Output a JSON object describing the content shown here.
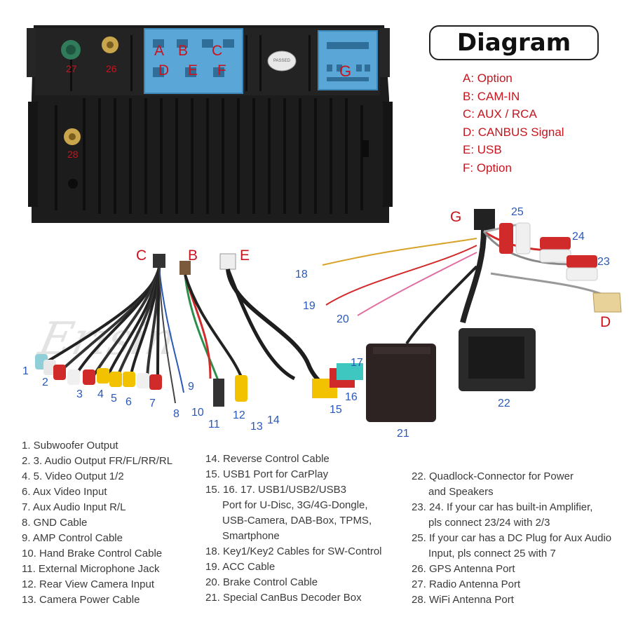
{
  "title": "Diagram",
  "watermark": "Erisin",
  "connectors": [
    "A: Option",
    "B: CAM-IN",
    "C: AUX / RCA",
    "D: CANBUS Signal",
    "E: USB",
    "F: Option"
  ],
  "panel": {
    "letters": [
      "A",
      "B",
      "C",
      "D",
      "E",
      "F",
      "G"
    ],
    "port_numbers": [
      "27",
      "26",
      "28"
    ],
    "badge_text": "PASSED"
  },
  "cable_letters": [
    "C",
    "B",
    "E",
    "G",
    "D"
  ],
  "cable_numbers": [
    "1",
    "2",
    "3",
    "4",
    "5",
    "6",
    "7",
    "8",
    "9",
    "10",
    "11",
    "12",
    "13",
    "14",
    "15",
    "16",
    "17",
    "18",
    "19",
    "20",
    "21",
    "22",
    "23",
    "24",
    "25"
  ],
  "legend": {
    "col1": [
      "1. Subwoofer Output",
      "2. 3. Audio Output FR/FL/RR/RL",
      "4. 5. Video Output 1/2",
      "6. Aux Video Input",
      "7. Aux Audio Input R/L",
      "8. GND Cable",
      "9. AMP Control Cable",
      "10. Hand Brake Control Cable",
      "11. External Microphone Jack",
      "12. Rear View Camera Input",
      "13. Camera Power Cable"
    ],
    "col2": [
      "14. Reverse Control Cable",
      "15. USB1 Port for CarPlay",
      "15. 16. 17. USB1/USB2/USB3",
      "Port for U-Disc, 3G/4G-Dongle,",
      "USB-Camera, DAB-Box, TPMS,",
      "Smartphone",
      "18. Key1/Key2 Cables for SW-Control",
      "19. ACC Cable",
      "20. Brake Control Cable",
      "21. Special CanBus Decoder Box"
    ],
    "col3": [
      "22. Quadlock-Connector for Power",
      "and Speakers",
      "23. 24. If your car has built-in Amplifier,",
      "pls connect 23/24 with 2/3",
      "25. If your car has a DC Plug for Aux Audio",
      "Input, pls connect 25 with 7",
      "26. GPS Antenna Port",
      "27. Radio Antenna Port",
      "28. WiFi Antenna Port"
    ]
  },
  "colors": {
    "accent_red": "#c8141e",
    "number_blue": "#2a58b8",
    "panel_black": "#1c1c1c",
    "connector_blue": "#5aa6d6",
    "legend_text": "#3a3a3a"
  }
}
